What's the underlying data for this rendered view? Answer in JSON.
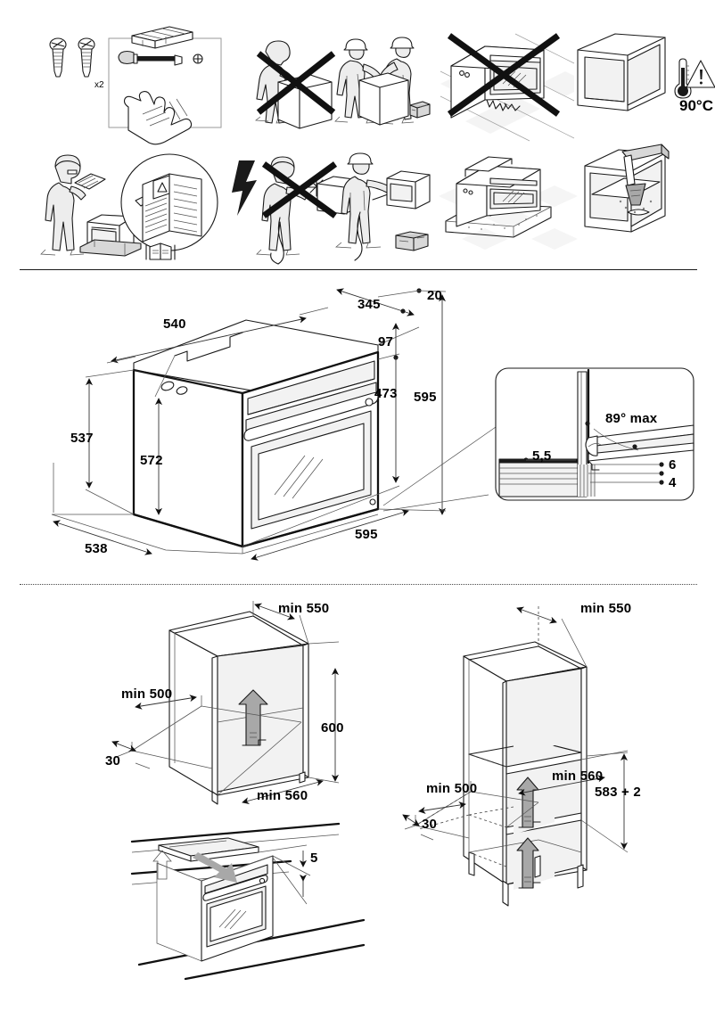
{
  "document": {
    "type": "appliance-installation-diagram",
    "title": "Built-in oven installation and dimensions sheet"
  },
  "sections": {
    "safety": {
      "name": "safety-and-preparation-pictograms",
      "panels": [
        {
          "id": "tools-and-ppe",
          "icon": "screws-screwdriver-gloves-icon",
          "label": "x2",
          "note": "two screws supplied"
        },
        {
          "id": "lift-with-two-people",
          "icon": "two-person-lift-icon",
          "forbidden_variant": true
        },
        {
          "id": "do-not-rest-oven-on-floor-edge",
          "icon": "oven-on-floor-icon",
          "forbidden": true
        },
        {
          "id": "cabinet-heat-resistance",
          "icon": "cabinet-thermometer-icon",
          "label": "90°C"
        },
        {
          "id": "read-manual",
          "icon": "read-instructions-icon"
        },
        {
          "id": "electrical-connection",
          "icon": "power-cable-icon",
          "forbidden_variant": true
        },
        {
          "id": "oven-on-packaging",
          "icon": "oven-on-packaging-icon"
        },
        {
          "id": "clean-cabinet-interior",
          "icon": "clean-cabinet-icon"
        }
      ],
      "temperature_label": "90°C",
      "screw_count_label": "x2"
    },
    "product_dimensions": {
      "name": "oven-product-dimensions",
      "unit": "mm",
      "labels": {
        "depth_top": "540",
        "door_depth": "345",
        "top_offset": "20",
        "control_height": "97",
        "cavity_front_height": "473",
        "total_front_height": "595",
        "side_height": "537",
        "front_height": "572",
        "side_depth": "538",
        "width": "595"
      },
      "detail_callout": {
        "name": "door-hinge-detail",
        "angle": "89° max",
        "plinth_gap": "5,5",
        "upper": "6",
        "lower": "4"
      }
    },
    "cabinet_under_counter": {
      "name": "under-counter-cabinet-cutout",
      "unit": "mm",
      "labels": {
        "depth": "min 550",
        "rear_vent": "min 500",
        "front_gap": "30",
        "height": "600",
        "width": "min 560"
      }
    },
    "hob_clearance": {
      "name": "hob-over-oven-clearance",
      "unit": "mm",
      "labels": {
        "gap": "5"
      }
    },
    "cabinet_tall_column": {
      "name": "tall-column-cabinet-cutout",
      "unit": "mm",
      "labels": {
        "depth": "min 550",
        "rear_vent": "min 500",
        "front_gap": "30",
        "width": "min 560",
        "height": "583 + 2"
      }
    }
  },
  "colors": {
    "line": "#1a1a1a",
    "fill_light": "#f2f2f2",
    "fill_gray": "#d8d8d8",
    "arrow_gray": "#a8a8a8",
    "divider": "#4a4a4a"
  }
}
